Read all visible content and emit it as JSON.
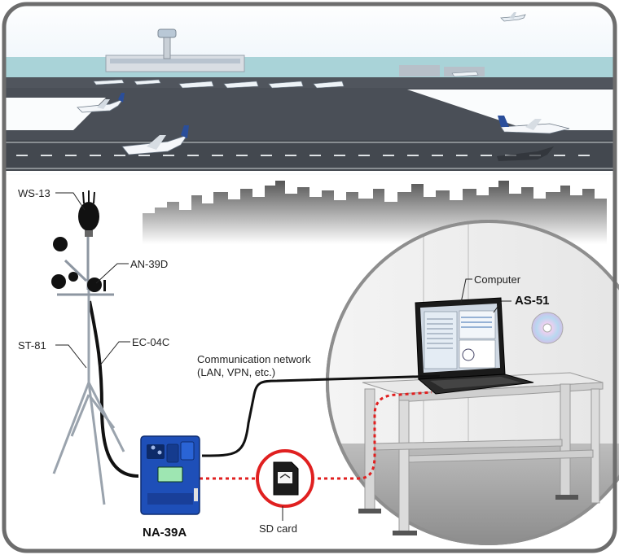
{
  "labels": {
    "ws13": "WS-13",
    "an39d": "AN-39D",
    "st81": "ST-81",
    "ec04c": "EC-04C",
    "computer": "Computer",
    "as51": "AS-51",
    "network_line1": "Communication network",
    "network_line2": "(LAN, VPN, etc.)",
    "na39a": "NA-39A",
    "sdcard": "SD card"
  },
  "colors": {
    "frame": "#6d6d6d",
    "sky_top": "#cfe0f0",
    "runway": "#4a4f57",
    "grass": "#ffffff",
    "device_blue": "#1e4fb8",
    "dotted_red": "#e02020",
    "cable": "#111111",
    "room_floor": "#9a9a9a"
  },
  "icons": {
    "airplane": "airplane-icon",
    "control_tower": "control-tower-icon",
    "sd_card": "sd-card-icon",
    "cd_disc": "cd-disc-icon",
    "laptop": "laptop-icon",
    "microphone": "microphone-icon",
    "tripod": "tripod-icon"
  }
}
